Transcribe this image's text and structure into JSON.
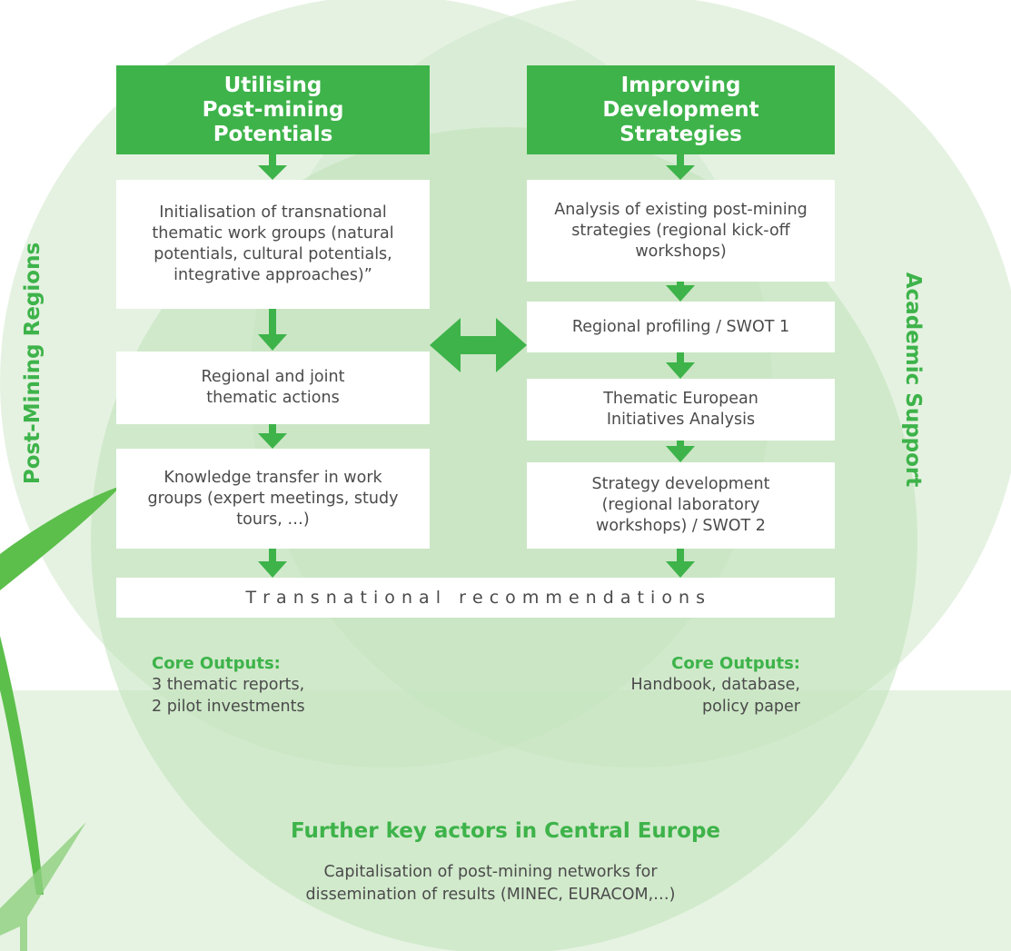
{
  "left_column": {
    "header": "Utilising Post-mining Potentials",
    "header_lines": [
      "Utilising",
      "Post-mining",
      "Potentials"
    ],
    "steps": [
      "Initialisation of transnational thematic work groups (natural potentials, cultural potentials, integrative approaches)”",
      "Regional and joint thematic actions",
      "Knowledge transfer in work groups (expert meetings, study tours, …)"
    ]
  },
  "right_column": {
    "header_lines": [
      "Improving",
      "Development",
      "Strategies"
    ],
    "steps": [
      "Analysis of existing post-mining strategies (regional kick-off workshops)",
      "Regional profiling / SWOT 1",
      "Thematic European Initiatives Analysis",
      "Strategy development (regional laboratory workshops) / SWOT 2"
    ]
  },
  "recommendations": "T r a n s n a t i o n a l   r e c o m m e n d a t i o n s",
  "circle_labels": {
    "left": "Post-Mining Regions",
    "right": "Academic Support",
    "bottom_title": "Further key actors in Central Europe",
    "bottom_text": "Capitalisation of post-mining networks for dissemination of results (MINEC, EURACOM,…)"
  },
  "core_outputs": {
    "left_title": "Core Outputs:",
    "left_lines": [
      "3 thematic reports,",
      "2 pilot investments"
    ],
    "right_title": "Core Outputs:",
    "right_lines": [
      "Handbook, database,",
      "policy paper"
    ]
  },
  "colors": {
    "accent_green": "#3db34a",
    "circle_fill": "#d9eed5",
    "text": "#4b4b4b"
  }
}
